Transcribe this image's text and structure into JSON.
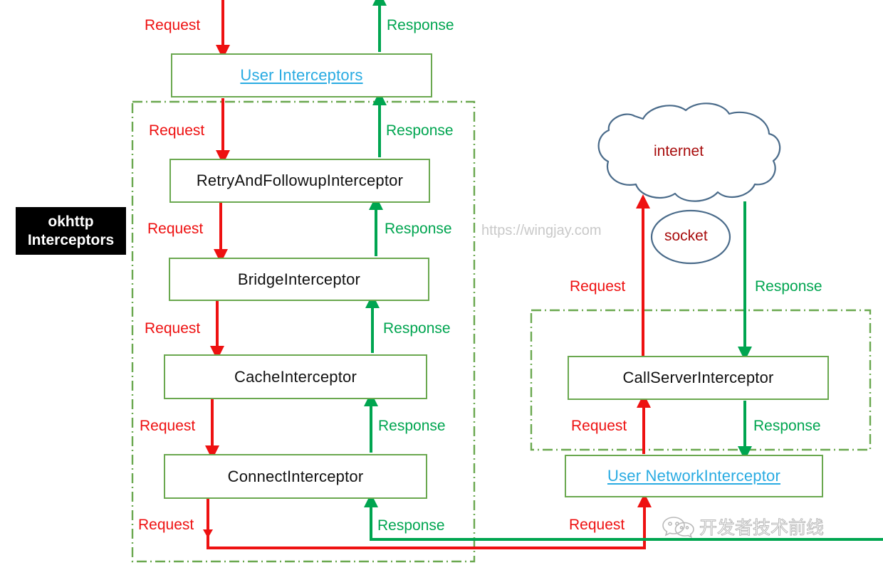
{
  "diagram": {
    "title": "okhttp interceptor chain",
    "tag": {
      "line1": "okhttp",
      "line2": "Interceptors"
    },
    "boxes": [
      {
        "id": "user-interceptors",
        "label": "User    Interceptors",
        "style": "link"
      },
      {
        "id": "retry-interceptor",
        "label": "RetryAndFollowupInterceptor",
        "style": "plain"
      },
      {
        "id": "bridge-interceptor",
        "label": "BridgeInterceptor",
        "style": "plain"
      },
      {
        "id": "cache-interceptor",
        "label": "CacheInterceptor",
        "style": "plain"
      },
      {
        "id": "connect-interceptor",
        "label": "ConnectInterceptor",
        "style": "plain"
      },
      {
        "id": "callserver-interceptor",
        "label": "CallServerInterceptor",
        "style": "plain"
      },
      {
        "id": "user-network-interceptor",
        "label": "User  NetworkInterceptor",
        "style": "link"
      }
    ],
    "nodes": [
      {
        "id": "internet",
        "label": "internet"
      },
      {
        "id": "socket",
        "label": "socket"
      }
    ],
    "flow_labels": {
      "request": "Request",
      "response": "Response"
    },
    "request_labels": [
      "Request",
      "Request",
      "Request",
      "Request",
      "Request",
      "Request",
      "Request",
      "Request"
    ],
    "response_labels": [
      "Response",
      "Response",
      "Response",
      "Response",
      "Response",
      "Response",
      "Response"
    ],
    "watermarks": {
      "url": "https://wingjay.com",
      "wechat": "开发者技术前线"
    },
    "colors": {
      "request": "#ee1111",
      "response": "#00a550",
      "box_border": "#6aa84f",
      "link_text": "#29abe2",
      "node_text": "#a80d0d",
      "cloud_stroke": "#4a6b8a",
      "tag_bg": "#000000",
      "tag_fg": "#ffffff",
      "watermark": "#c9c9c9"
    }
  }
}
